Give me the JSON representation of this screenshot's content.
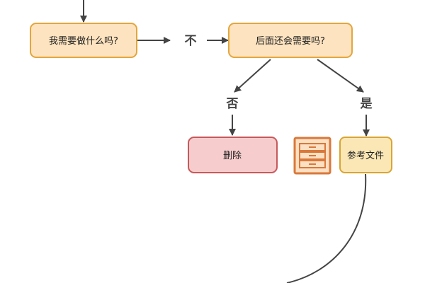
{
  "nodes": {
    "question_what": {
      "label": "我需要做什么吗?"
    },
    "question_later": {
      "label": "后面还会需要吗?"
    },
    "action_delete": {
      "label": "删除"
    },
    "action_reference": {
      "label": "参考文件"
    }
  },
  "edges": {
    "no_label": "不",
    "deny_label": "否",
    "yes_label": "是"
  },
  "icons": {
    "file_cabinet": "file-cabinet-icon"
  },
  "colors": {
    "question_fill": "#fde3bf",
    "question_stroke": "#e3a63d",
    "delete_fill": "#f6cccc",
    "delete_stroke": "#c8585c",
    "reference_fill": "#fbe7b6",
    "reference_stroke": "#d9a533",
    "cabinet_fill": "#fce0c4",
    "cabinet_stroke": "#d9783a",
    "line": "#444444"
  }
}
